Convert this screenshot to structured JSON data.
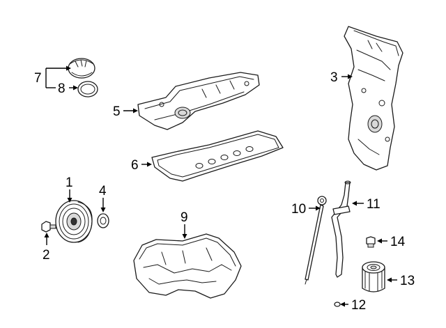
{
  "callouts": {
    "c1": "1",
    "c2": "2",
    "c3": "3",
    "c4": "4",
    "c5": "5",
    "c6": "6",
    "c7": "7",
    "c8": "8",
    "c9": "9",
    "c10": "10",
    "c11": "11",
    "c12": "12",
    "c13": "13",
    "c14": "14"
  },
  "parts": [
    {
      "callout": "1",
      "icon": "crankshaft-pulley-icon"
    },
    {
      "callout": "2",
      "icon": "pulley-bolt-icon"
    },
    {
      "callout": "3",
      "icon": "timing-cover-icon"
    },
    {
      "callout": "4",
      "icon": "front-seal-icon"
    },
    {
      "callout": "5",
      "icon": "valve-cover-icon"
    },
    {
      "callout": "6",
      "icon": "valve-cover-gasket-icon"
    },
    {
      "callout": "7",
      "icon": "oil-filler-cap-icon"
    },
    {
      "callout": "8",
      "icon": "filler-cap-gasket-icon"
    },
    {
      "callout": "9",
      "icon": "oil-pan-icon"
    },
    {
      "callout": "10",
      "icon": "dipstick-icon"
    },
    {
      "callout": "11",
      "icon": "dipstick-tube-icon"
    },
    {
      "callout": "12",
      "icon": "tube-seal-icon"
    },
    {
      "callout": "13",
      "icon": "oil-filter-icon"
    },
    {
      "callout": "14",
      "icon": "drain-plug-icon"
    }
  ]
}
